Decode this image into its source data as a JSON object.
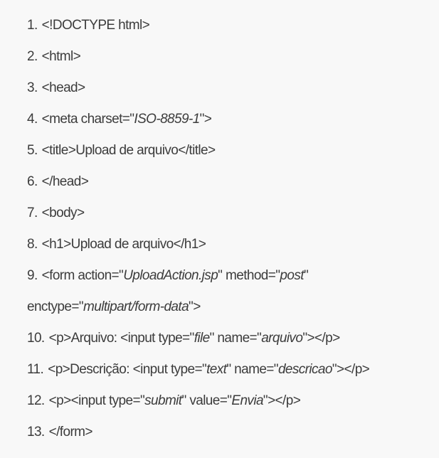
{
  "lines": [
    {
      "num": "1.",
      "parts": [
        {
          "t": "<!DOCTYPE html>"
        }
      ]
    },
    {
      "num": "2.",
      "parts": [
        {
          "t": "<html>"
        }
      ]
    },
    {
      "num": "3.",
      "parts": [
        {
          "t": "<head>"
        }
      ]
    },
    {
      "num": "4.",
      "parts": [
        {
          "t": "<meta charset=\""
        },
        {
          "t": "ISO-8859-1",
          "i": true
        },
        {
          "t": "\">"
        }
      ]
    },
    {
      "num": "5.",
      "parts": [
        {
          "t": "<title>Upload de arquivo</title>"
        }
      ]
    },
    {
      "num": "6.",
      "parts": [
        {
          "t": "</head>"
        }
      ]
    },
    {
      "num": "7.",
      "parts": [
        {
          "t": "<body>"
        }
      ]
    },
    {
      "num": "8.",
      "parts": [
        {
          "t": "<h1>Upload de arquivo</h1>"
        }
      ]
    },
    {
      "num": "9.",
      "parts": [
        {
          "t": "<form action=\""
        },
        {
          "t": "UploadAction.jsp",
          "i": true
        },
        {
          "t": "\" method=\""
        },
        {
          "t": "post",
          "i": true
        },
        {
          "t": "\""
        }
      ]
    },
    {
      "num": "",
      "parts": [
        {
          "t": "enctype=\""
        },
        {
          "t": "multipart/form-data",
          "i": true
        },
        {
          "t": "\">"
        }
      ]
    },
    {
      "num": "10.",
      "parts": [
        {
          "t": "<p>Arquivo: <input type=\""
        },
        {
          "t": "file",
          "i": true
        },
        {
          "t": "\" name=\""
        },
        {
          "t": "arquivo",
          "i": true
        },
        {
          "t": "\"></p>"
        }
      ]
    },
    {
      "num": "11.",
      "parts": [
        {
          "t": "<p>Descrição: <input type=\""
        },
        {
          "t": "text",
          "i": true
        },
        {
          "t": "\" name=\""
        },
        {
          "t": "descricao",
          "i": true
        },
        {
          "t": "\"></p>"
        }
      ]
    },
    {
      "num": "12.",
      "parts": [
        {
          "t": "<p><input type=\""
        },
        {
          "t": "submit",
          "i": true
        },
        {
          "t": "\" value=\""
        },
        {
          "t": "Envia",
          "i": true
        },
        {
          "t": "\"></p>"
        }
      ]
    },
    {
      "num": "13.",
      "parts": [
        {
          "t": "</form>"
        }
      ]
    }
  ]
}
